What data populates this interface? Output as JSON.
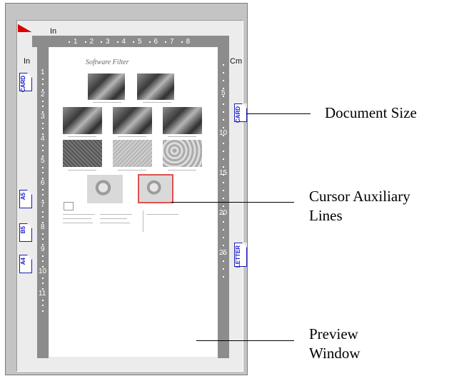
{
  "window": {
    "unit_top": "In",
    "unit_left": "In",
    "unit_right": "Cm",
    "ruler_top_marks": [
      "1",
      "2",
      "3",
      "4",
      "5",
      "6",
      "7",
      "8"
    ],
    "ruler_left_marks": [
      "1",
      "2",
      "3",
      "4",
      "5",
      "6",
      "7",
      "8",
      "9",
      "10",
      "11"
    ],
    "ruler_right_marks": [
      "5",
      "10",
      "15",
      "20",
      "25"
    ]
  },
  "preview": {
    "doc_title": "Software Filter"
  },
  "size_icons_left": [
    "CARD",
    "A5",
    "B5",
    "A4"
  ],
  "size_icons_right": [
    "CARD",
    "LETTER"
  ],
  "callouts": {
    "document_size": "Document Size",
    "cursor_aux_line1": "Cursor Auxiliary",
    "cursor_aux_line2": "Lines",
    "preview_line1": "Preview",
    "preview_line2": "Window"
  }
}
